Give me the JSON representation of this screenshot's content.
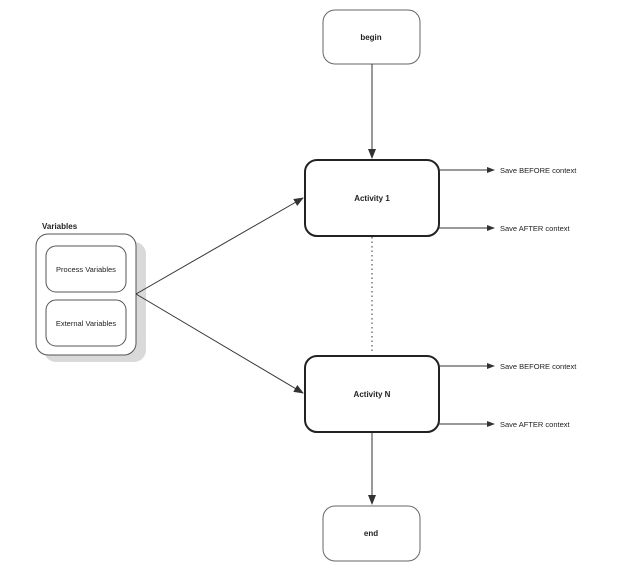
{
  "diagram": {
    "begin": "begin",
    "activity_1": "Activity 1",
    "activity_n": "Activity N",
    "end": "end",
    "variables_title": "Variables",
    "process_variables": "Process Variables",
    "external_variables": "External Variables",
    "activity_1_save_before": "Save BEFORE context",
    "activity_1_save_after": "Save AFTER context",
    "activity_n_save_before": "Save BEFORE context",
    "activity_n_save_after": "Save AFTER context"
  }
}
